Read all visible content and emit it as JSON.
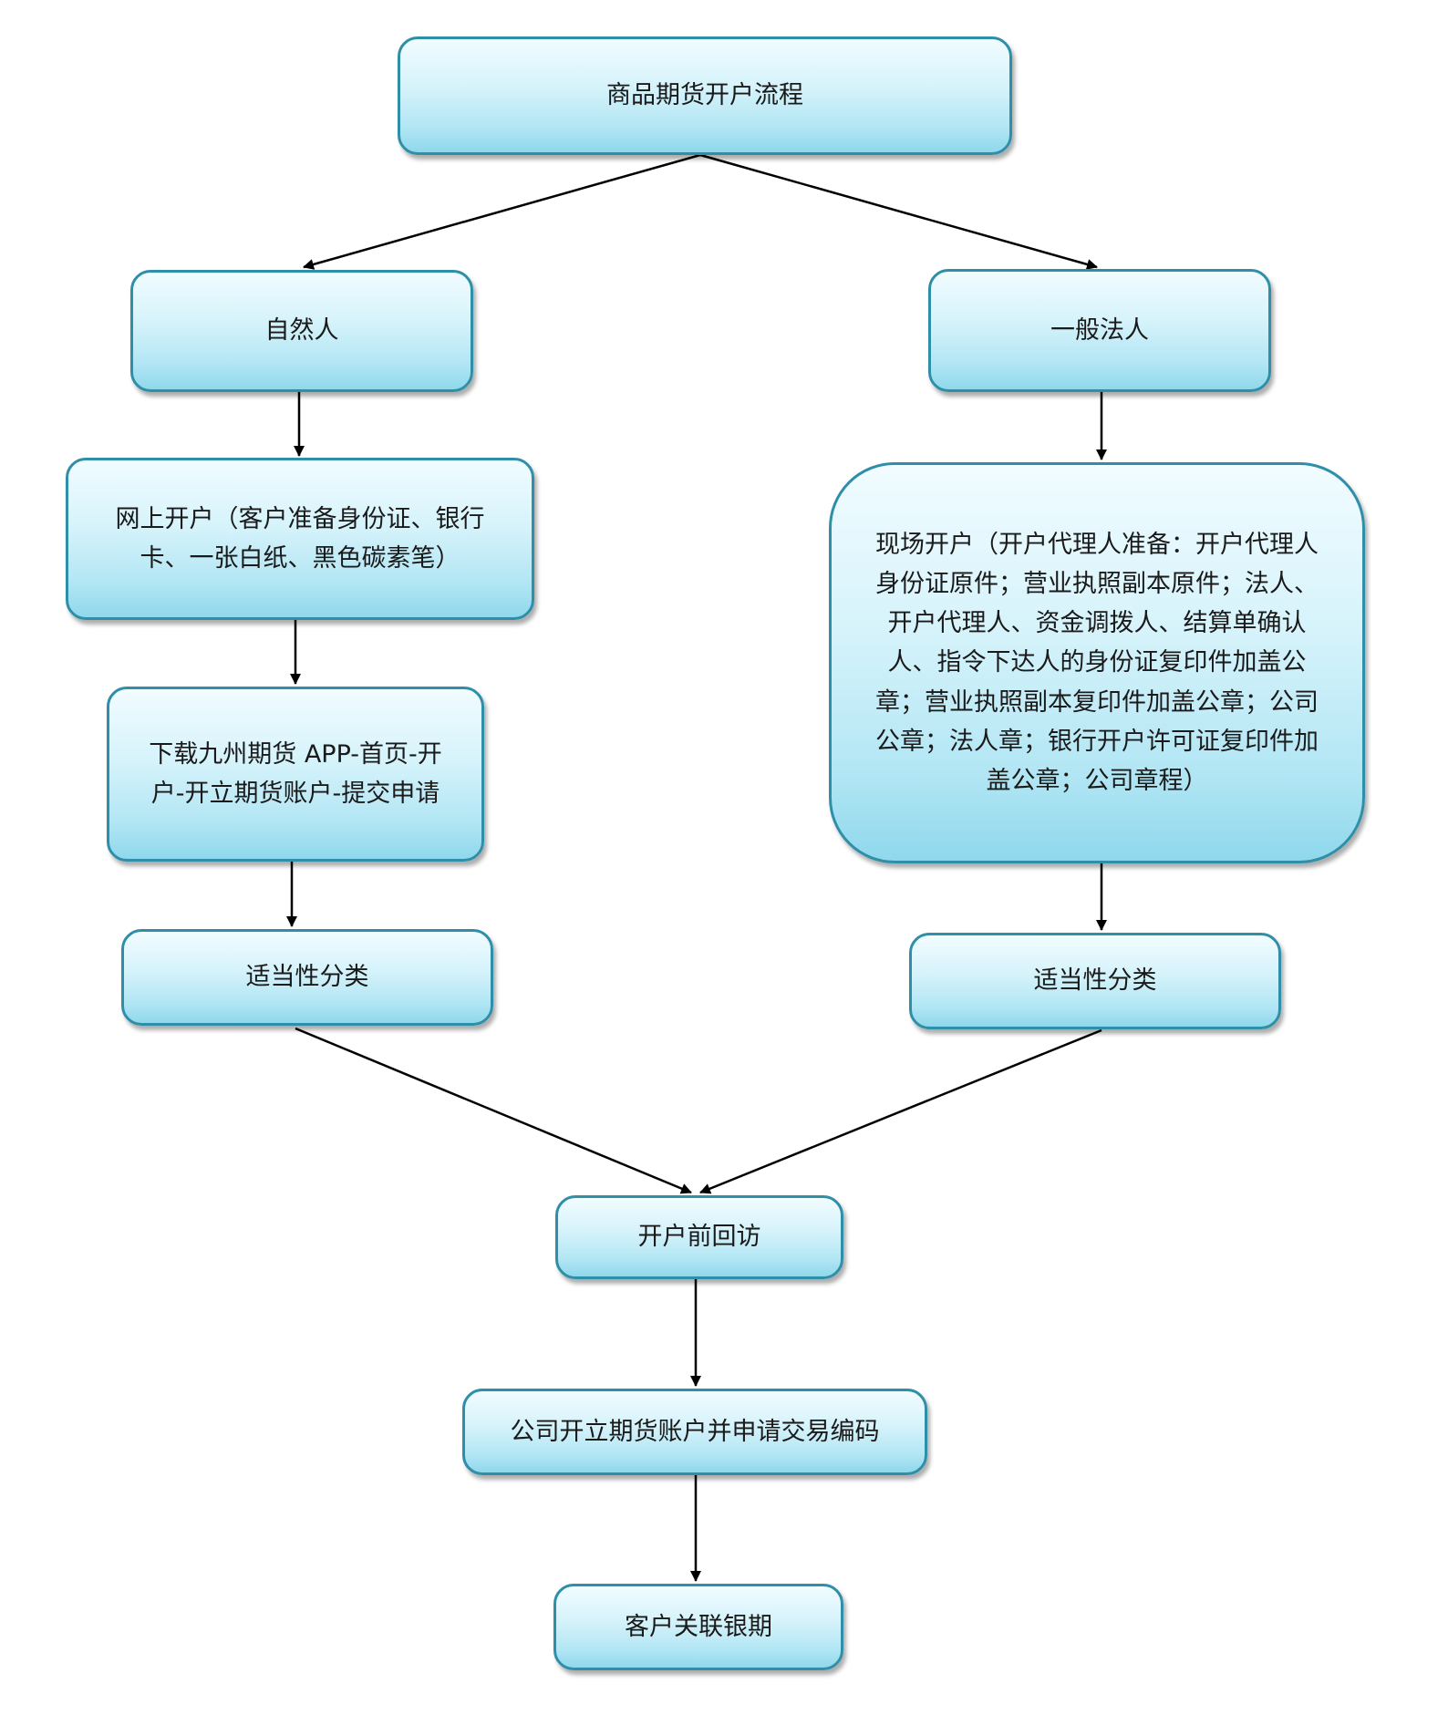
{
  "nodes": {
    "title": "商品期货开户流程",
    "natural_person": "自然人",
    "legal_person": "一般法人",
    "online_open": "网上开户（客户准备身份证、银行卡、一张白纸、黑色碳素笔）",
    "onsite_open": "现场开户（开户代理人准备：开户代理人身份证原件；营业执照副本原件；法人、开户代理人、资金调拨人、结算单确认人、指令下达人的身份证复印件加盖公章；营业执照副本复印件加盖公章；公司公章；法人章；银行开户许可证复印件加盖公章；公司章程）",
    "download_app": "下载九州期货 APP-首页-开户-开立期货账户-提交申请",
    "suitability_left": "适当性分类",
    "suitability_right": "适当性分类",
    "revisit": "开户前回访",
    "company_open": "公司开立期货账户并申请交易编码",
    "bank_link": "客户关联银期"
  },
  "colors": {
    "node_fill_top": "#f1fcff",
    "node_fill_bottom": "#8fd8ec",
    "node_border": "#2f8fa8",
    "arrow": "#000000"
  }
}
